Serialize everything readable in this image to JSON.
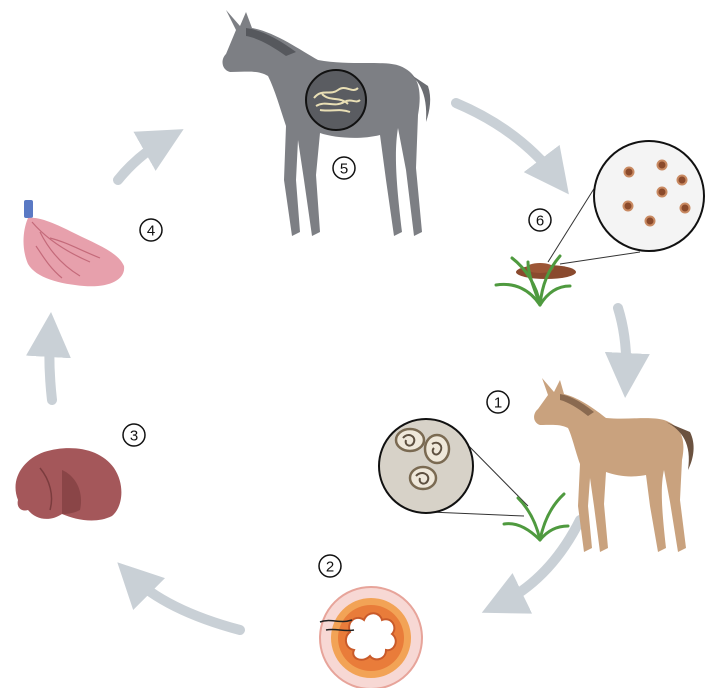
{
  "stages": [
    {
      "label": "1",
      "name": "foal-ingests-eggs"
    },
    {
      "label": "2",
      "name": "intestine-larvae"
    },
    {
      "label": "3",
      "name": "liver-migration"
    },
    {
      "label": "4",
      "name": "lung-migration"
    },
    {
      "label": "5",
      "name": "adult-worms-in-intestine"
    },
    {
      "label": "6",
      "name": "eggs-in-feces"
    }
  ],
  "colors": {
    "arrow": "#c9d0d6",
    "grey_foal": "#7d7f84",
    "tan_foal": "#c9a27e",
    "liver": "#a4575a",
    "lung": "#e7a0ac",
    "grass": "#4f9a3f",
    "feces": "#8a4a2e",
    "egg": "#8b4a2b"
  },
  "icons": [
    "grey-foal-icon",
    "tan-foal-icon",
    "liver-icon",
    "lung-icon",
    "grass-icon",
    "intestine-cross-section-icon",
    "worms-icon",
    "eggs-magnifier-icon",
    "larvated-eggs-magnifier-icon"
  ]
}
